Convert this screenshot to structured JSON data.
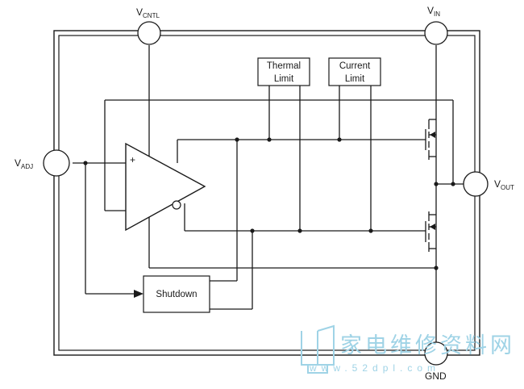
{
  "pins": {
    "vcntl": {
      "main": "V",
      "sub": "CNTL"
    },
    "vin": {
      "main": "V",
      "sub": "IN"
    },
    "vadj": {
      "main": "V",
      "sub": "ADJ"
    },
    "vout": {
      "main": "V",
      "sub": "OUT"
    },
    "gnd": {
      "label": "GND"
    }
  },
  "blocks": {
    "thermal_limit": {
      "line1": "Thermal",
      "line2": "Limit"
    },
    "current_limit": {
      "line1": "Current",
      "line2": "Limit"
    },
    "shutdown": {
      "label": "Shutdown"
    }
  },
  "amplifier": {
    "plus": "+"
  },
  "watermark": {
    "label": "家电维修资料网",
    "url": "www.52dpl.com"
  },
  "colors": {
    "line": "#1a1a1a",
    "watermark": "#9fd3e6"
  }
}
